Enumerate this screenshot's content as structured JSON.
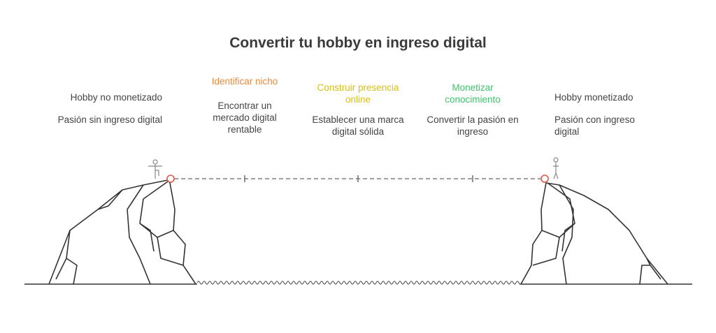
{
  "title": "Convertir tu hobby en ingreso digital",
  "start": {
    "label": "Hobby no monetizado",
    "description": "Pasión sin ingreso digital"
  },
  "steps": [
    {
      "label": "Identificar nicho",
      "description": "Encontrar un mercado digital rentable",
      "color": "#e8883a"
    },
    {
      "label": "Construir presencia online",
      "description": "Establecer una marca digital sólida",
      "color": "#e0c820"
    },
    {
      "label": "Monetizar conocimiento",
      "description": "Convertir la pasión en ingreso",
      "color": "#3cc46c"
    }
  ],
  "end": {
    "label": "Hobby monetizado",
    "description": "Pasión con ingreso digital"
  },
  "colors": {
    "marker": "#e05548",
    "line": "#333333"
  }
}
